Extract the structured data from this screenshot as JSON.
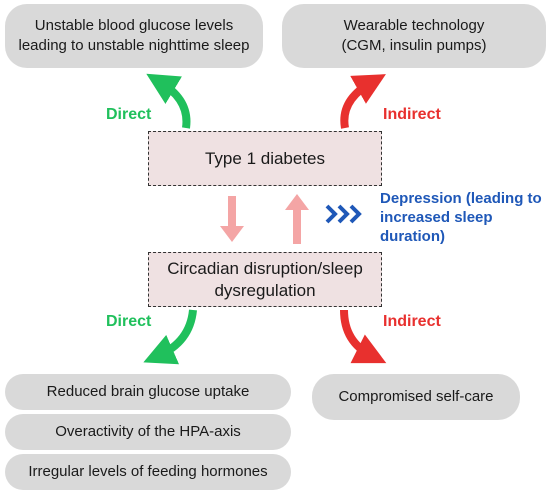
{
  "top_left_box": "Unstable blood glucose levels leading to unstable nighttime sleep",
  "top_right_box": "Wearable technology (CGM, insulin pumps)",
  "center_top_box": "Type 1 diabetes",
  "center_bottom_box": "Circadian disruption/sleep dysregulation",
  "label_direct_top": "Direct",
  "label_indirect_top": "Indirect",
  "label_direct_bottom": "Direct",
  "label_indirect_bottom": "Indirect",
  "depression_note": "Depression (leading to increased sleep duration)",
  "bottom_left_boxes": [
    "Reduced brain glucose uptake",
    "Overactivity of the HPA-axis",
    "Irregular levels of feeding hormones"
  ],
  "bottom_right_box": "Compromised self-care",
  "colors": {
    "direct": "#20c05c",
    "indirect": "#e8302e",
    "note": "#1f58b8",
    "pink_arrow": "#f4a5a5",
    "box_fill": "#efe1e2",
    "pill_fill": "#d9d9d9"
  }
}
